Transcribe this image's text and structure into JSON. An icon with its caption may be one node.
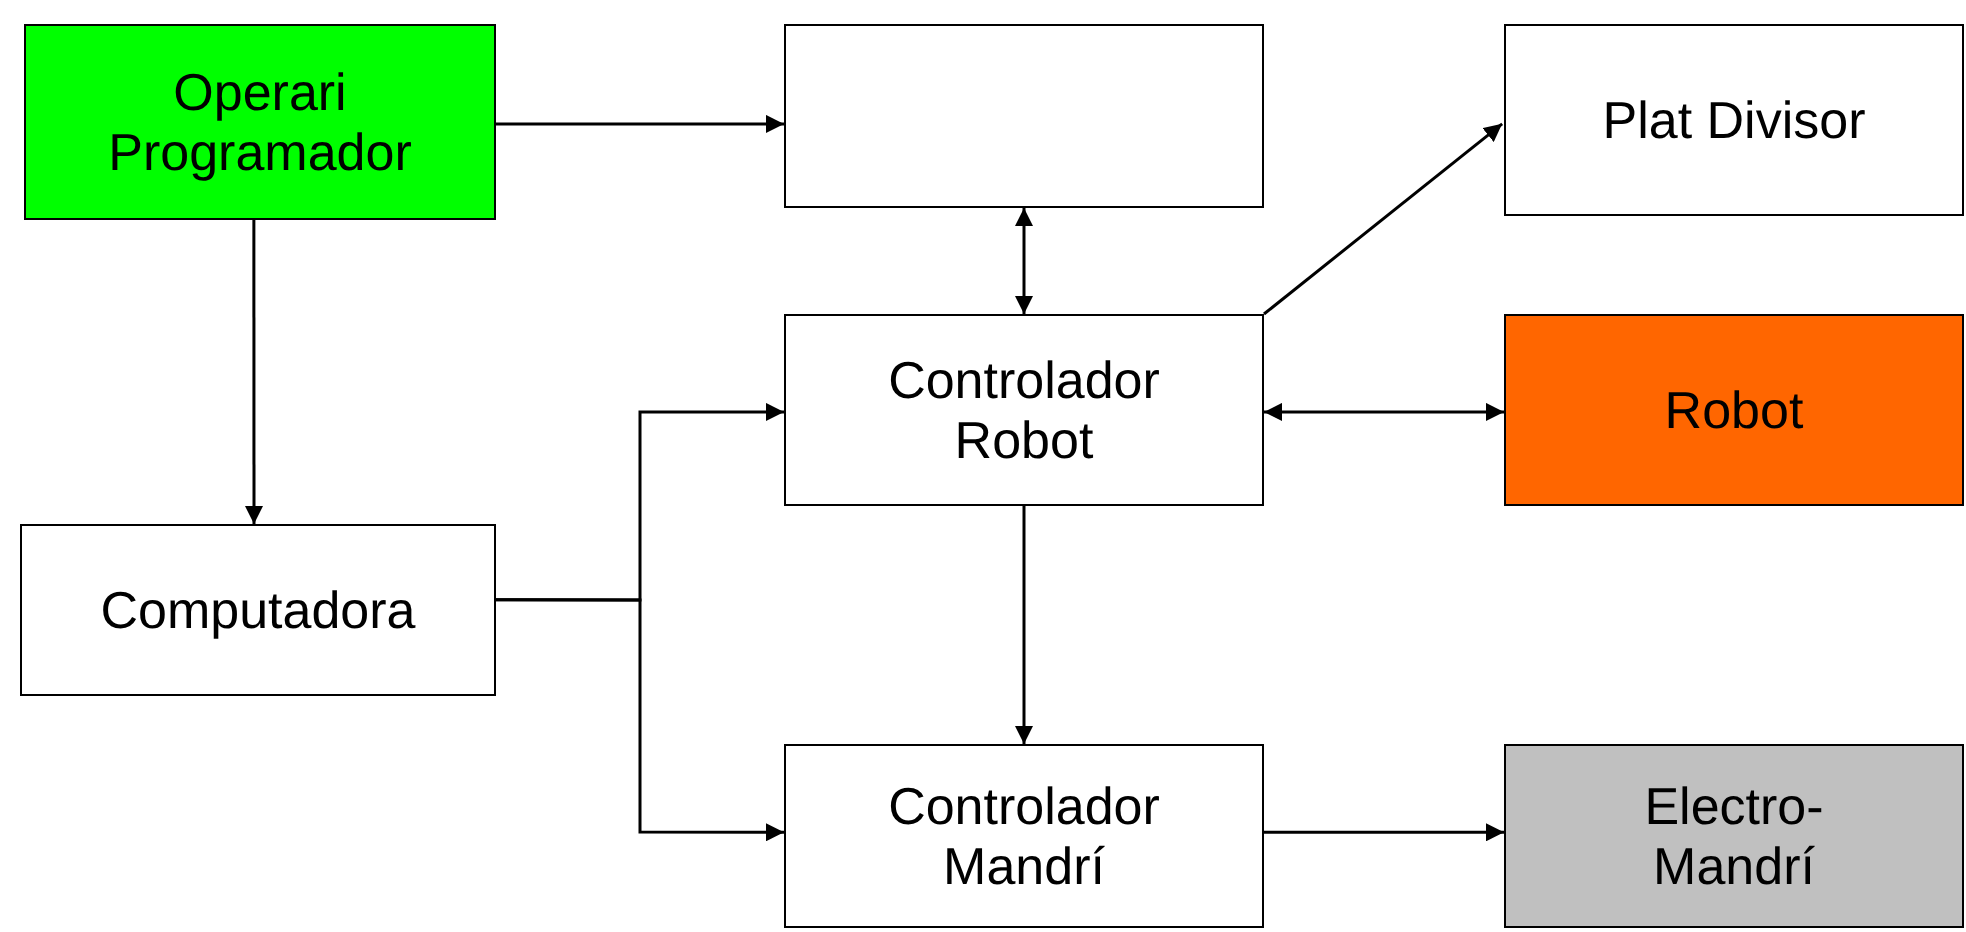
{
  "diagram": {
    "nodes": [
      {
        "text": [
          "Operari Programador"
        ]
      },
      {
        "text": [],
        "shape": "box"
      },
      {
        "text": [
          "Plat Divisor"
        ]
      },
      {
        "text": [
          "Controlador Robot"
        ]
      },
      {
        "text": [
          "Robot"
        ]
      },
      {
        "text": [
          "Computadora"
        ]
      },
      {
        "text": [
          "Controlador Mandrí"
        ]
      },
      {
        "text": [
          "Electro-Mandrí"
        ]
      }
    ],
    "edges": [
      {
        "from": 0,
        "to": 1,
        "arrow": "to"
      },
      {
        "from": 0,
        "to": 5,
        "arrow": "to"
      },
      {
        "from": 1,
        "to": 3,
        "arrow": "both"
      },
      {
        "from": 3,
        "to": 2,
        "arrow": "to"
      },
      {
        "from": 3,
        "to": 4,
        "arrow": "both"
      },
      {
        "from": 5,
        "to": 3,
        "arrow": "to"
      },
      {
        "from": 5,
        "to": 6,
        "arrow": "to"
      },
      {
        "from": 3,
        "to": 6,
        "arrow": "to"
      },
      {
        "from": 6,
        "to": 7,
        "arrow": "to"
      }
    ]
  }
}
